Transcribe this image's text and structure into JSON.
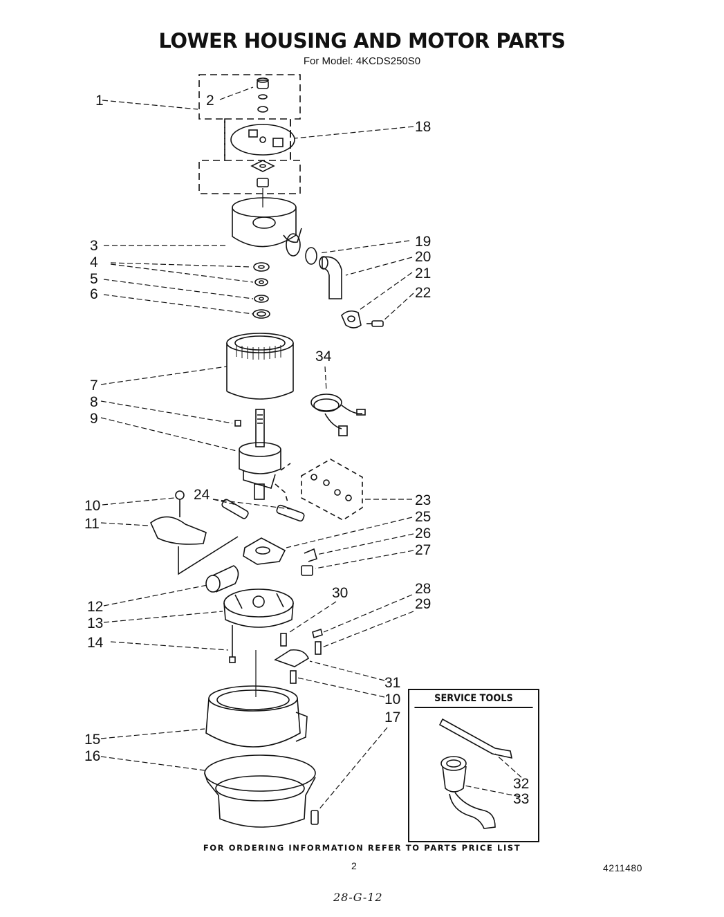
{
  "header": {
    "title": "LOWER HOUSING AND MOTOR PARTS",
    "subtitle": "For Model: 4KCDS250S0"
  },
  "callouts": [
    "1",
    "2",
    "3",
    "4",
    "5",
    "6",
    "7",
    "8",
    "9",
    "10",
    "11",
    "12",
    "13",
    "14",
    "15",
    "16",
    "17",
    "18",
    "19",
    "20",
    "21",
    "22",
    "23",
    "24",
    "25",
    "26",
    "27",
    "28",
    "29",
    "30",
    "31",
    "10",
    "32",
    "33",
    "34"
  ],
  "service_tools": {
    "title": "SERVICE TOOLS"
  },
  "footer": {
    "ordering_note": "FOR ORDERING INFORMATION REFER TO PARTS PRICE LIST",
    "page_number": "2",
    "document_number": "4211480",
    "handwritten_code": "28-G-12"
  }
}
